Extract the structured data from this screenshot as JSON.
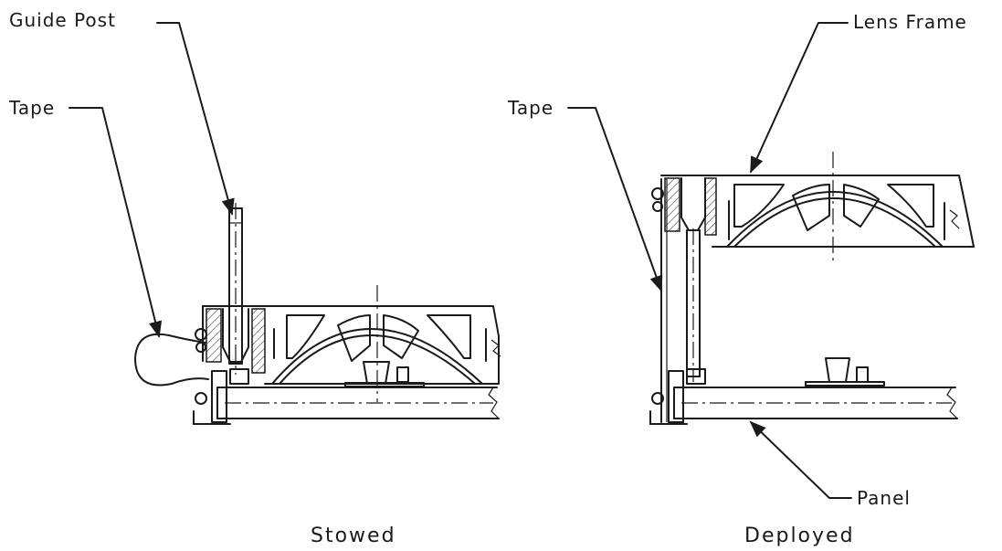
{
  "labels": {
    "guide_post": "Guide Post",
    "tape_left": "Tape",
    "tape_right": "Tape",
    "lens_frame": "Lens Frame",
    "panel": "Panel"
  },
  "captions": {
    "left": "Stowed",
    "right": "Deployed"
  },
  "colors": {
    "ink": "#1a1a1a",
    "paper": "#ffffff"
  }
}
